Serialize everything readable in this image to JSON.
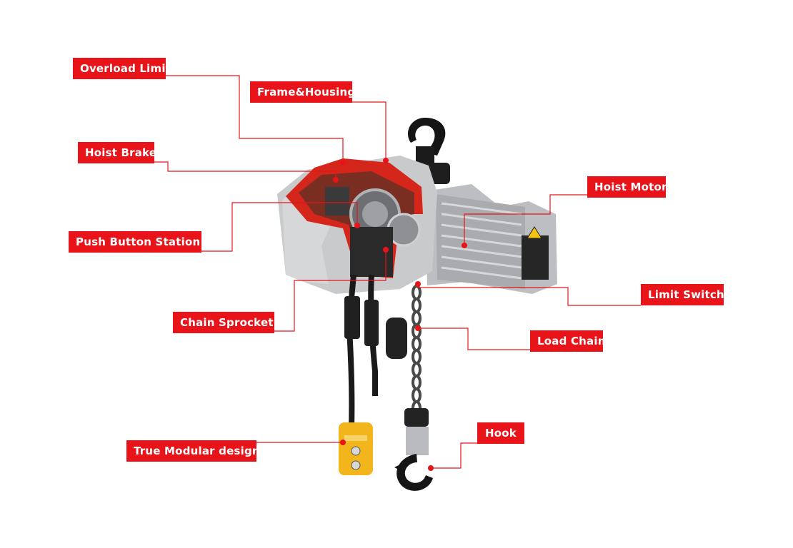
{
  "diagram": {
    "labels": {
      "overload_limit": "Overload Limit",
      "frame_housing": "Frame&Housing",
      "hoist_brake": "Hoist Brake",
      "hoist_motor": "Hoist Motor",
      "push_button_station": "Push Button Station",
      "limit_switch": "Limit Switch",
      "chain_sprocket": "Chain Sprocket",
      "load_chain": "Load Chain",
      "true_modular_design": "True Modular design",
      "hook": "Hook"
    },
    "colors": {
      "accent": "#e8141a",
      "background": "#ffffff",
      "housing_grey": "#c9cacc",
      "motor_grey": "#b9bbbe",
      "pendant_yellow": "#f2b51c",
      "hook_black": "#151515"
    }
  }
}
